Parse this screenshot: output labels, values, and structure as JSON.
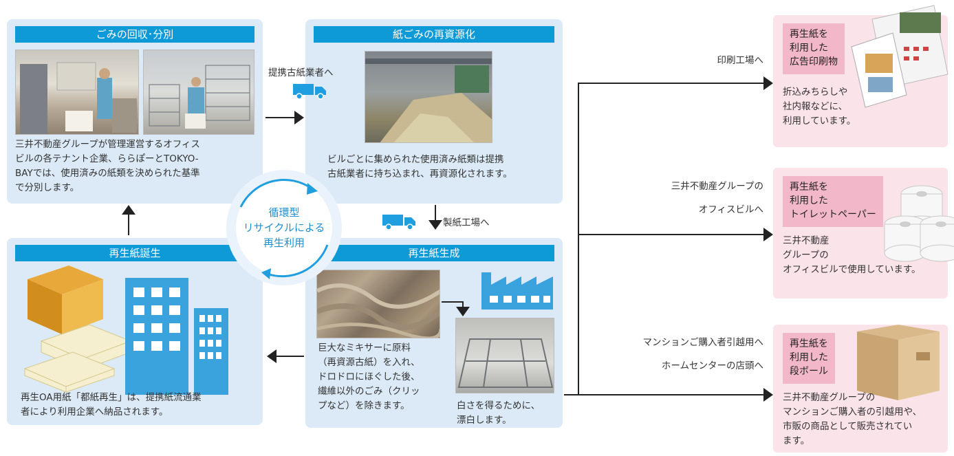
{
  "panels": {
    "collection": {
      "title": "ごみの回収･分別",
      "text": "三井不動産グループが管理運営するオフィス\nビルの各テナント企業、ららぽーとTOKYO-\nBAYでは、使用済みの紙類を決められた基準\nで分別します。"
    },
    "recycling": {
      "title": "紙ごみの再資源化",
      "text": "ビルごとに集められた使用済み紙類は提携\n古紙業者に持ち込まれ、再資源化されます。"
    },
    "production": {
      "title": "再生紙生成",
      "text_mixer": "巨大なミキサーに原料\n（再資源古紙）を入れ、\nドロドロにほぐした後、\n繊維以外のごみ（クリッ\nプなど）を除きます。",
      "text_bleach": "白さを得るために、\n漂白します。"
    },
    "birth": {
      "title": "再生紙誕生",
      "text": "再生OA用紙「都紙再生」は、提携紙流通業\n者により利用企業へ納品されます。"
    }
  },
  "cycle": {
    "label": "循環型\nリサイクルによる\n再生利用"
  },
  "flow_labels": {
    "to_dealer": "提携古紙業者へ",
    "to_mill": "製紙工場へ",
    "to_printer": "印刷工場へ",
    "to_office": "三井不動産グループの\nオフィスビルへ",
    "to_mansion": "マンションご購入者引越用へ",
    "to_homecenter": "ホームセンターの店頭へ"
  },
  "outputs": [
    {
      "head": "再生紙を\n利用した\n広告印刷物",
      "text": "折込みちらしや\n社内報などに、\n利用しています。"
    },
    {
      "head": "再生紙を\n利用した\nトイレットペーパー",
      "text": "三井不動産\nグループの\nオフィスビルで使用しています。"
    },
    {
      "head": "再生紙を\n利用した\n段ボール",
      "text": "三井不動産グループの\nマンションご購入者の引越用や、\n市販の商品として販売されてい\nます。"
    }
  ],
  "colors": {
    "panel_bg": "#dbeaf6",
    "title_bar": "#0e9ad7",
    "output_bg": "#fbe3ea",
    "output_head": "#f2b8c9",
    "cycle_ring": "#1f9ee0"
  }
}
